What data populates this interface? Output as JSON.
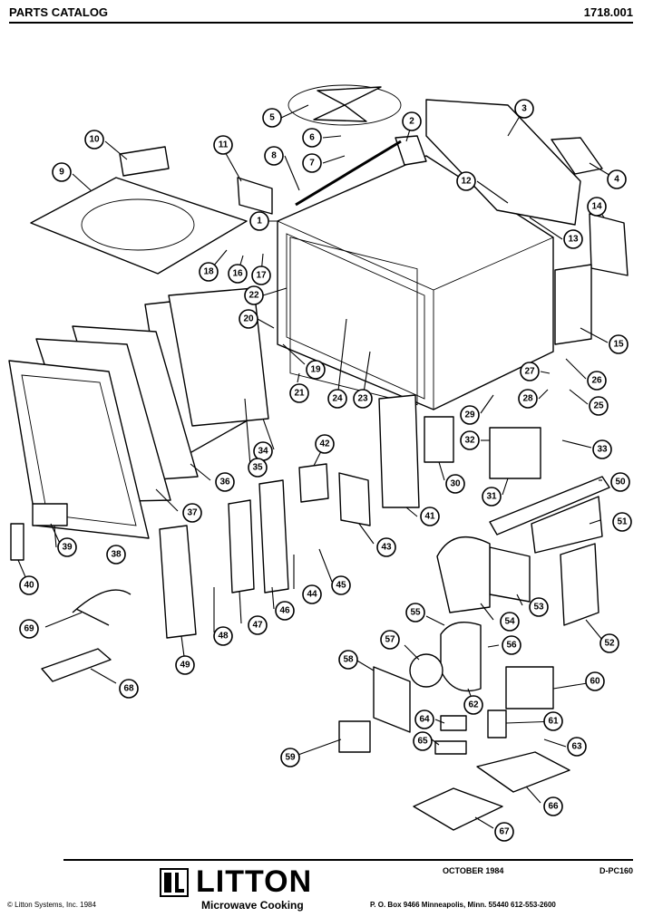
{
  "header": {
    "left": "PARTS CATALOG",
    "right": "1718.001"
  },
  "callouts": [
    "1",
    "2",
    "3",
    "4",
    "5",
    "6",
    "7",
    "8",
    "9",
    "10",
    "11",
    "14",
    "12",
    "13",
    "15",
    "16",
    "17",
    "18",
    "19",
    "20",
    "21",
    "22",
    "23",
    "24",
    "25",
    "26",
    "27",
    "28",
    "29",
    "30",
    "31",
    "32",
    "33",
    "34",
    "35",
    "36",
    "37",
    "38",
    "39",
    "40",
    "41",
    "42",
    "43",
    "44",
    "45",
    "46",
    "47",
    "48",
    "49",
    "50",
    "51",
    "52",
    "53",
    "54",
    "55",
    "56",
    "57",
    "58",
    "59",
    "60",
    "61",
    "62",
    "63",
    "64",
    "65",
    "66",
    "67",
    "68",
    "69"
  ],
  "footer": {
    "date": "OCTOBER 1984",
    "doc_number": "D-PC160",
    "brand": "LITTON",
    "brand_sub": "Microwave Cooking",
    "copyright": "© Litton Systems, Inc. 1984",
    "address": "P. O. Box 9466  Minneapolis, Minn. 55440     612-553-2600"
  }
}
